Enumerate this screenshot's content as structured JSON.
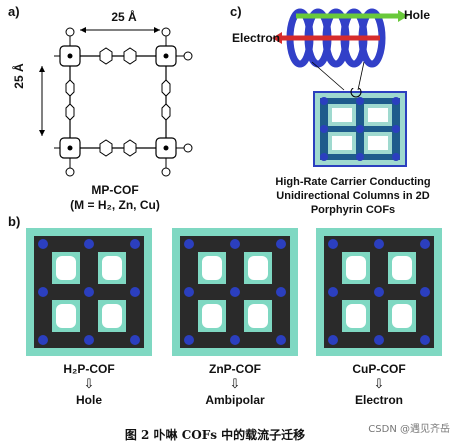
{
  "panels": {
    "a": {
      "letter": "a)",
      "dim_top": "25 Å",
      "dim_side": "25 Å",
      "title": "MP-COF",
      "subtitle": "(M = H₂, Zn, Cu)"
    },
    "c": {
      "letter": "c)",
      "hole_label": "Hole",
      "electron_label": "Electron",
      "caption_lines": [
        "High-Rate Carrier Conducting",
        "Unidirectional Columns in 2D",
        "Porphyrin COFs"
      ]
    },
    "b": {
      "letter": "b)",
      "items": [
        {
          "name": "H₂P-COF",
          "arrow": "⇩",
          "carrier": "Hole"
        },
        {
          "name": "ZnP-COF",
          "arrow": "⇩",
          "carrier": "Ambipolar"
        },
        {
          "name": "CuP-COF",
          "arrow": "⇩",
          "carrier": "Electron"
        }
      ]
    }
  },
  "figure_caption": "图 2    卟啉 COFs 中的载流子迁移",
  "watermark": "CSDN @遇见齐岳",
  "colors": {
    "framework_teal": "#7fd8c2",
    "framework_dark": "#1a1a1a",
    "porphyrin_blue": "#2b3fbf",
    "coil_blue": "#3240c8",
    "hole_green": "#69c93a",
    "electron_red": "#d62c2c"
  }
}
